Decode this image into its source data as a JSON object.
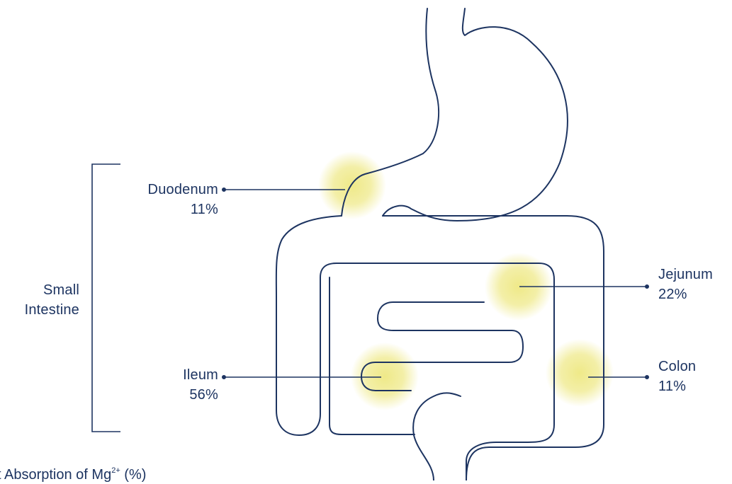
{
  "colors": {
    "outline": "#1d3461",
    "highlight": "#eee882",
    "background": "#ffffff"
  },
  "bracket_label": {
    "line1": "Small",
    "line2": "Intestine"
  },
  "regions": [
    {
      "name": "Duodenum",
      "value": "11%",
      "absorption_percent": 11
    },
    {
      "name": "Jejunum",
      "value": "22%",
      "absorption_percent": 22
    },
    {
      "name": "Ileum",
      "value": "56%",
      "absorption_percent": 56
    },
    {
      "name": "Colon",
      "value": "11%",
      "absorption_percent": 11
    }
  ],
  "caption": {
    "prefix": "ct Absorption of Mg",
    "superscript": "2+",
    "suffix": " (%)"
  }
}
